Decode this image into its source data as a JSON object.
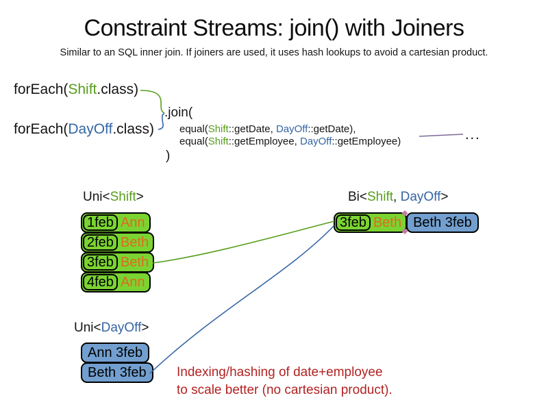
{
  "title": "Constraint Streams: join() with Joiners",
  "subtitle": "Similar to an SQL inner join. If joiners are used, it uses hash lookups to avoid a cartesian product.",
  "colors": {
    "green_fill": "#7BD332",
    "green_text": "#579D1C",
    "blue_fill": "#729FCF",
    "blue_text": "#3465A4",
    "orange_text": "#DD6B1E",
    "red_note": "#B22222",
    "purple_line": "#7C6A9C",
    "pink_diamond": "#C27BA0"
  },
  "code": {
    "foreach_shift": {
      "pre": "forEach(",
      "cls": "Shift",
      "post": ".class)"
    },
    "foreach_dayoff": {
      "pre": "forEach(",
      "cls": "DayOff",
      "post": ".class)"
    },
    "join_open": ".join(",
    "equal_date": {
      "pre": "equal(",
      "a": "Shift",
      "mid1": "::getDate, ",
      "b": "DayOff",
      "post": "::getDate),"
    },
    "equal_employee": {
      "pre": "equal(",
      "a": "Shift",
      "mid1": "::getEmployee, ",
      "b": "DayOff",
      "post": "::getEmployee)"
    },
    "join_close": ")",
    "ellipsis": "..."
  },
  "uni_shift": {
    "title_pre": "Uni<",
    "title_type": "Shift",
    "title_post": ">",
    "rows": [
      {
        "date": "1feb",
        "name": "Ann"
      },
      {
        "date": "2feb",
        "name": "Beth"
      },
      {
        "date": "3feb",
        "name": "Beth"
      },
      {
        "date": "4feb",
        "name": "Ann"
      }
    ]
  },
  "uni_dayoff": {
    "title_pre": "Uni<",
    "title_type": "DayOff",
    "title_post": ">",
    "rows": [
      {
        "label": "Ann 3feb"
      },
      {
        "label": "Beth 3feb"
      }
    ]
  },
  "bi": {
    "title_pre": "Bi<",
    "title_shift": "Shift",
    "title_sep": ", ",
    "title_dayoff": "DayOff",
    "title_post": ">",
    "shift_date": "3feb",
    "shift_name": "Beth",
    "dayoff_label": "Beth 3feb"
  },
  "note": {
    "line1": "Indexing/hashing of date+employee",
    "line2": "to scale better (no cartesian product)."
  }
}
